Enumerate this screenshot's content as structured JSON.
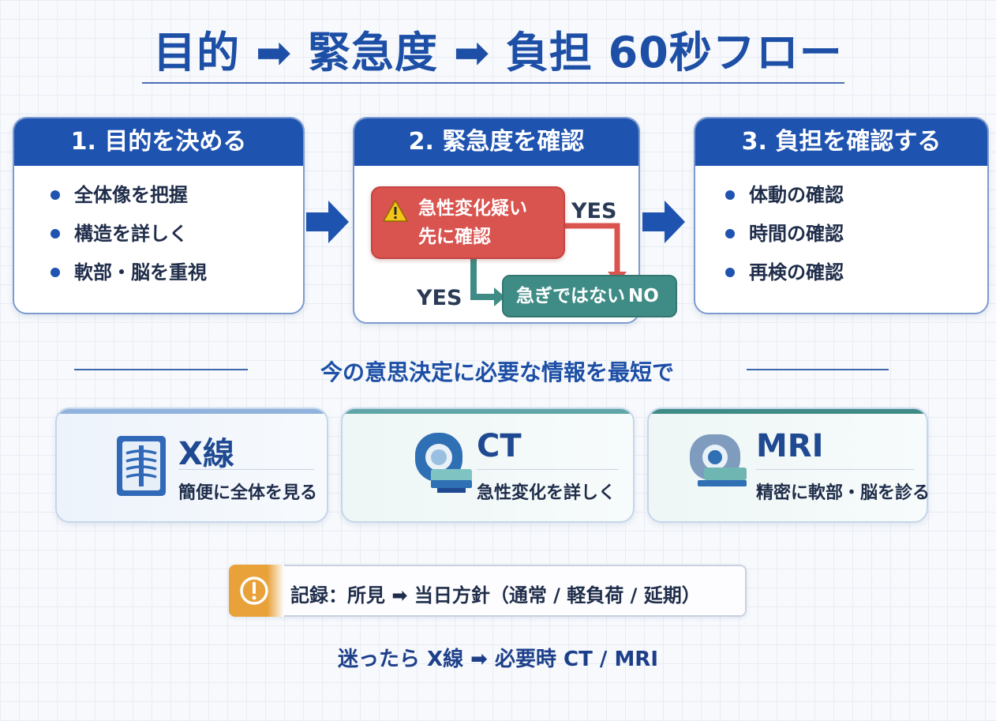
{
  "title": "目的 ➡ 緊急度 ➡ 負担 60秒フロー",
  "steps": [
    {
      "header": "1. 目的を決める",
      "bullets": [
        "全体像を把握",
        "構造を詳しく",
        "軟部・脳を重視"
      ]
    },
    {
      "header": "2. 緊急度を確認"
    },
    {
      "header": "3. 負担を確認する",
      "bullets": [
        "体動の確認",
        "時間の確認",
        "再検の確認"
      ]
    }
  ],
  "urgency": {
    "warning_line1": "急性変化疑い",
    "warning_line2": "先に確認",
    "yes_top": "YES",
    "yes_bottom": "YES",
    "not_urgent": "急ぎではない",
    "no_label": "NO"
  },
  "subtitle": "今の意思決定に必要な情報を最短で",
  "modalities": [
    {
      "name": "X線",
      "description": "簡便に全体を見る",
      "icon": "xray-film-icon"
    },
    {
      "name": "CT",
      "description": "急性変化を詳しく",
      "icon": "ct-scanner-icon"
    },
    {
      "name": "MRI",
      "description": "精密に軟部・脳を診る",
      "icon": "mri-scanner-icon"
    }
  ],
  "record": {
    "icon": "exclamation-icon",
    "text": "記録：所見 ➡ 当日方針（通常 / 軽負荷 / 延期）"
  },
  "footer": "迷ったら X線 ➡ 必要時 CT / MRI",
  "colors": {
    "primary": "#1f53b0",
    "warning": "#d9534f",
    "teal": "#3f8c86",
    "accent": "#e9a23a"
  }
}
